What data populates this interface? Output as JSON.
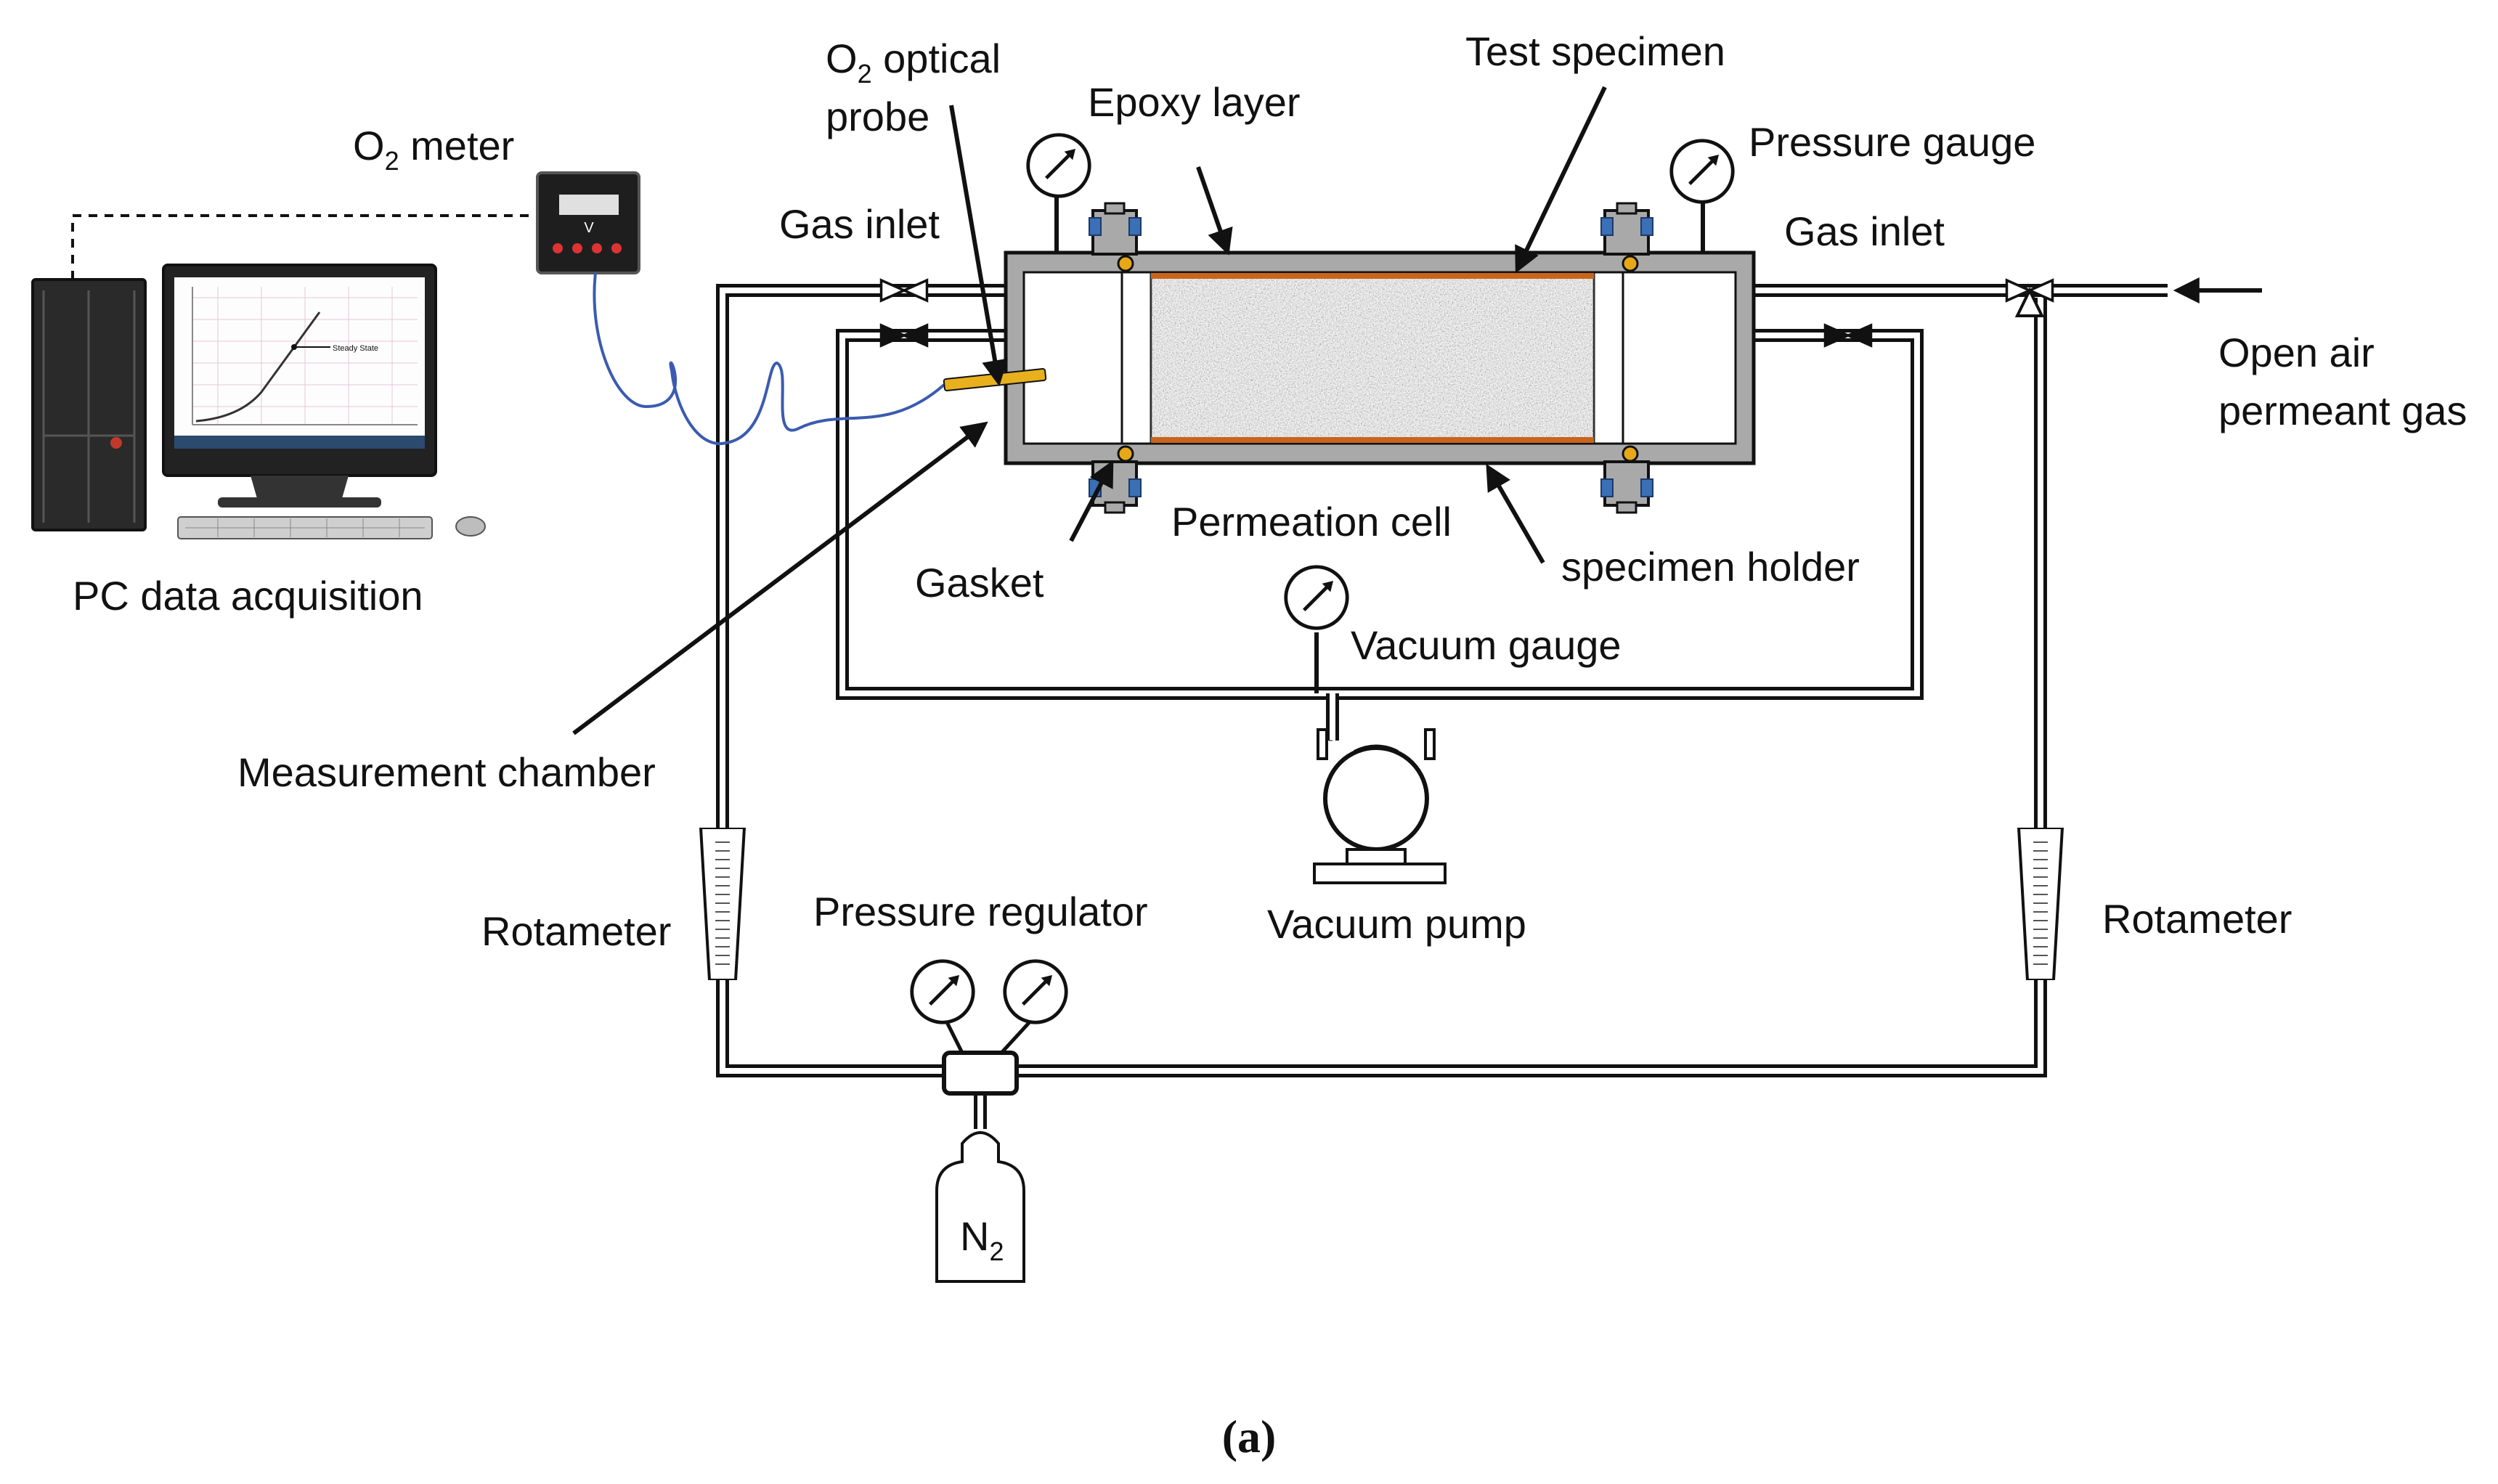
{
  "labels": {
    "o2_meter": "O",
    "o2_meter_sub": "2",
    "o2_meter_rest": " meter",
    "o2_probe_line1": "O",
    "o2_probe_sub": "2",
    "o2_probe_rest": " optical",
    "o2_probe_line2": "probe",
    "epoxy_layer": "Epoxy layer",
    "test_specimen": "Test specimen",
    "pressure_gauge": "Pressure gauge",
    "gas_inlet_left": "Gas inlet",
    "gas_inlet_right": "Gas inlet",
    "open_air_line1": "Open air",
    "open_air_line2": "permeant gas",
    "pc_data_acquisition": "PC data acquisition",
    "permeation_cell": "Permeation cell",
    "specimen_holder": "specimen holder",
    "gasket": "Gasket",
    "vacuum_gauge": "Vacuum gauge",
    "measurement_chamber": "Measurement chamber",
    "vacuum_pump": "Vacuum pump",
    "rotameter_left": "Rotameter",
    "rotameter_right": "Rotameter",
    "pressure_regulator": "Pressure regulator",
    "n2_cylinder": "N",
    "n2_sub": "2",
    "figure_caption": "(a)"
  },
  "monitor_plot": {
    "annotation": "Steady State",
    "icon": "line-graph-icon"
  },
  "o2_meter_display": "V",
  "colors": {
    "cell_body": "#a9a9a9",
    "epoxy": "#c8651b",
    "probe": "#e8b01c",
    "gasket": "#e6a817",
    "bolt": "#3b6fb6",
    "fiber_cable": "#3b5bb0",
    "line": "#111111"
  }
}
